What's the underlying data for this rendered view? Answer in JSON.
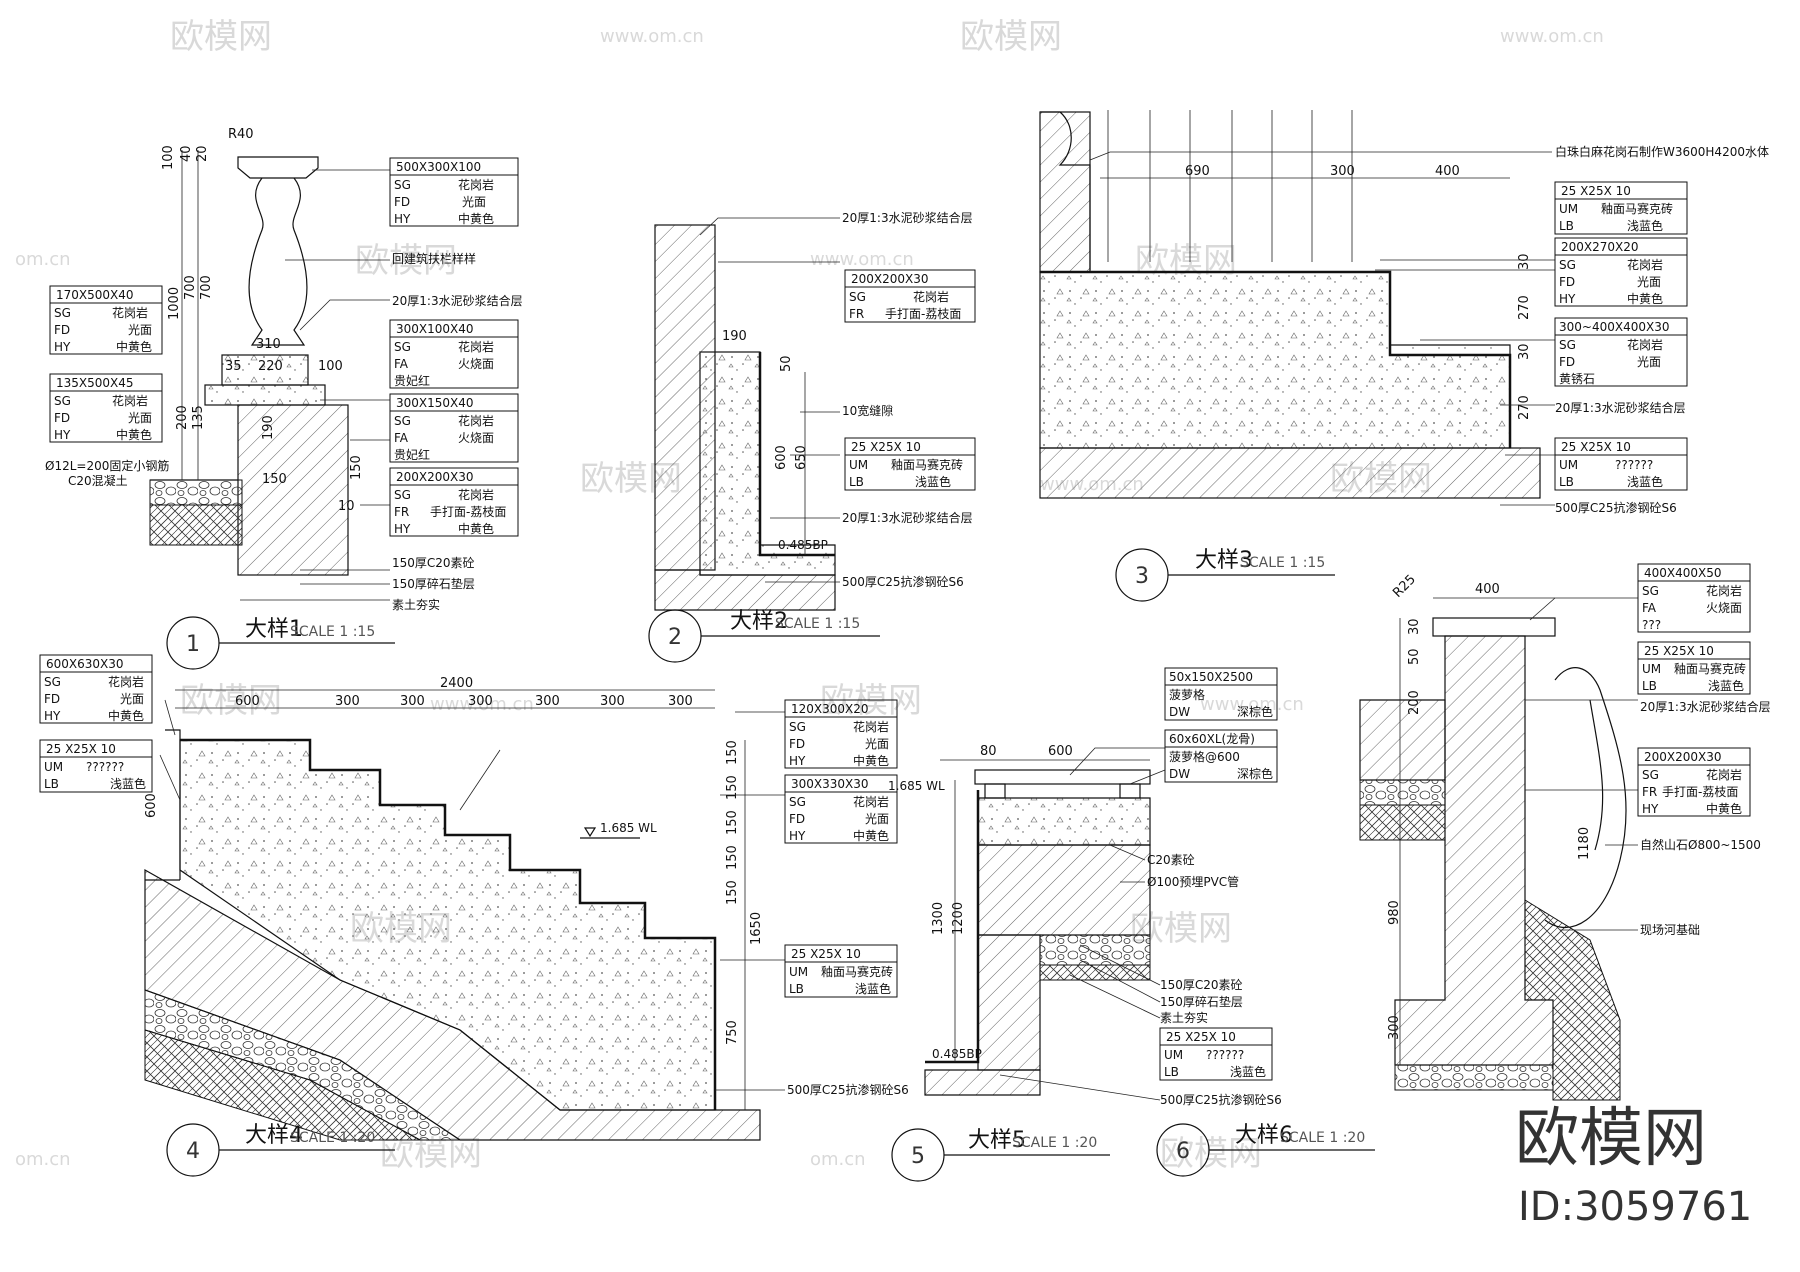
{
  "watermarks": {
    "brand": "欧模网",
    "url": "www.om.cn",
    "url_short": "om.cn"
  },
  "brand": {
    "logo_text": "欧模网",
    "id_text": "ID:3059761"
  },
  "details": [
    {
      "num": "1",
      "title": "大样1",
      "scale": "SCALE 1 :15"
    },
    {
      "num": "2",
      "title": "大样2",
      "scale": "SCALE 1 :15"
    },
    {
      "num": "3",
      "title": "大样3",
      "scale": "SCALE 1 :15"
    },
    {
      "num": "4",
      "title": "大样4",
      "scale": "SCALE 1 :20"
    },
    {
      "num": "5",
      "title": "大样5",
      "scale": "SCALE 1 :20"
    },
    {
      "num": "6",
      "title": "大样6",
      "scale": "SCALE 1 :20"
    }
  ],
  "d1": {
    "tables": [
      {
        "head": "500X300X100",
        "rows": [
          [
            "SG",
            "花岗岩"
          ],
          [
            "FD",
            "光面"
          ],
          [
            "HY",
            "中黄色"
          ]
        ]
      },
      {
        "head": "170X500X40",
        "rows": [
          [
            "SG",
            "花岗岩"
          ],
          [
            "FD",
            "光面"
          ],
          [
            "HY",
            "中黄色"
          ]
        ]
      },
      {
        "head": "300X100X40",
        "rows": [
          [
            "SG",
            "花岗岩"
          ],
          [
            "FA",
            "火烧面"
          ],
          [
            "",
            "贵妃红"
          ]
        ]
      },
      {
        "head": "135X500X45",
        "rows": [
          [
            "SG",
            "花岗岩"
          ],
          [
            "FD",
            "光面"
          ],
          [
            "HY",
            "中黄色"
          ]
        ]
      },
      {
        "head": "300X150X40",
        "rows": [
          [
            "SG",
            "花岗岩"
          ],
          [
            "FA",
            "火烧面"
          ],
          [
            "",
            "贵妃红"
          ]
        ]
      },
      {
        "head": "200X200X30",
        "rows": [
          [
            "SG",
            "花岗岩"
          ],
          [
            "FR",
            "手打面-荔枝面"
          ],
          [
            "HY",
            "中黄色"
          ]
        ]
      }
    ],
    "notes": [
      "回建筑扶栏样样",
      "20厚1:3水泥砂浆结合层",
      "Ø12L=200固定小钢筋",
      "C20混凝土",
      "150厚C20素砼",
      "150厚碎石垫层",
      "素土夯实"
    ],
    "dims": [
      "R40",
      "100",
      "40",
      "20",
      "1000",
      "700",
      "700",
      "310",
      "220",
      "35",
      "100",
      "200",
      "135",
      "190",
      "150",
      "10",
      "150"
    ]
  },
  "d2": {
    "tables": [
      {
        "head": "200X200X30",
        "rows": [
          [
            "SG",
            "花岗岩"
          ],
          [
            "FR",
            "手打面-荔枝面"
          ]
        ]
      },
      {
        "head": "25 X25X 10",
        "rows": [
          [
            "UM",
            "釉面马赛克砖"
          ],
          [
            "LB",
            "浅蓝色"
          ]
        ]
      }
    ],
    "notes": [
      "20厚1:3水泥砂浆结合层",
      "10宽缝隙",
      "20厚1:3水泥砂浆结合层",
      "0.485BP",
      "500厚C25抗渗钢砼S6"
    ],
    "dims": [
      "190",
      "50",
      "650",
      "600"
    ]
  },
  "d3": {
    "tables": [
      {
        "head": "25 X25X 10",
        "rows": [
          [
            "UM",
            "釉面马赛克砖"
          ],
          [
            "LB",
            "浅蓝色"
          ]
        ]
      },
      {
        "head": "200X270X20",
        "rows": [
          [
            "SG",
            "花岗岩"
          ],
          [
            "FD",
            "光面"
          ],
          [
            "HY",
            "中黄色"
          ]
        ]
      },
      {
        "head": "300~400X400X30",
        "rows": [
          [
            "SG",
            "花岗岩"
          ],
          [
            "FD",
            "光面"
          ],
          [
            "",
            "黄锈石"
          ]
        ]
      },
      {
        "head": "25 X25X 10",
        "rows": [
          [
            "UM",
            "??????"
          ],
          [
            "LB",
            "浅蓝色"
          ]
        ]
      }
    ],
    "notes": [
      "白珠白麻花岗石制作W3600H4200水体",
      "20厚1:3水泥砂浆结合层",
      "500厚C25抗渗钢砼S6"
    ],
    "dims": [
      "690",
      "300",
      "400",
      "30",
      "270",
      "30",
      "270"
    ]
  },
  "d4": {
    "tables": [
      {
        "head": "600X630X30",
        "rows": [
          [
            "SG",
            "花岗岩"
          ],
          [
            "FD",
            "光面"
          ],
          [
            "HY",
            "中黄色"
          ]
        ]
      },
      {
        "head": "25 X25X 10",
        "rows": [
          [
            "UM",
            "??????"
          ],
          [
            "LB",
            "浅蓝色"
          ]
        ]
      },
      {
        "head": "120X300X20",
        "rows": [
          [
            "SG",
            "花岗岩"
          ],
          [
            "FD",
            "光面"
          ],
          [
            "HY",
            "中黄色"
          ]
        ]
      },
      {
        "head": "300X330X30",
        "rows": [
          [
            "SG",
            "花岗岩"
          ],
          [
            "FD",
            "光面"
          ],
          [
            "HY",
            "中黄色"
          ]
        ]
      },
      {
        "head": "25 X25X 10",
        "rows": [
          [
            "UM",
            "釉面马赛克砖"
          ],
          [
            "LB",
            "浅蓝色"
          ]
        ]
      }
    ],
    "notes": [
      "1.685 WL",
      "1.685 WL",
      "500厚C25抗渗钢砼S6"
    ],
    "dims": [
      "2400",
      "600",
      "300",
      "300",
      "300",
      "300",
      "300",
      "300",
      "600",
      "150",
      "150",
      "150",
      "150",
      "150",
      "1650",
      "750"
    ]
  },
  "d5": {
    "tables": [
      {
        "head": "50x150X2500",
        "rows": [
          [
            "",
            "菠萝格"
          ],
          [
            "DW",
            "深棕色"
          ]
        ]
      },
      {
        "head": "60x60XL(龙骨)",
        "rows": [
          [
            "",
            "菠萝格@600"
          ],
          [
            "DW",
            "深棕色"
          ]
        ]
      },
      {
        "head": "25 X25X 10",
        "rows": [
          [
            "UM",
            "??????"
          ],
          [
            "LB",
            "浅蓝色"
          ]
        ]
      }
    ],
    "notes": [
      "C20素砼",
      "Ø100预埋PVC管",
      "150厚C20素砼",
      "150厚碎石垫层",
      "素土夯实",
      "0.485BP",
      "500厚C25抗渗钢砼S6"
    ],
    "dims": [
      "80",
      "600",
      "1300",
      "1200"
    ]
  },
  "d6": {
    "tables": [
      {
        "head": "400X400X50",
        "rows": [
          [
            "SG",
            "花岗岩"
          ],
          [
            "FA",
            "火烧面"
          ],
          [
            "???",
            ""
          ]
        ]
      },
      {
        "head": "25 X25X 10",
        "rows": [
          [
            "UM",
            "釉面马赛克砖"
          ],
          [
            "LB",
            "浅蓝色"
          ]
        ]
      },
      {
        "head": "200X200X30",
        "rows": [
          [
            "SG",
            "花岗岩"
          ],
          [
            "FR",
            "手打面-荔枝面"
          ],
          [
            "HY",
            "中黄色"
          ]
        ]
      }
    ],
    "notes": [
      "20厚1:3水泥砂浆结合层",
      "自然山石Ø800~1500",
      "现场河基础"
    ],
    "dims": [
      "400",
      "R25",
      "30",
      "50",
      "200",
      "1180",
      "980",
      "300"
    ]
  }
}
